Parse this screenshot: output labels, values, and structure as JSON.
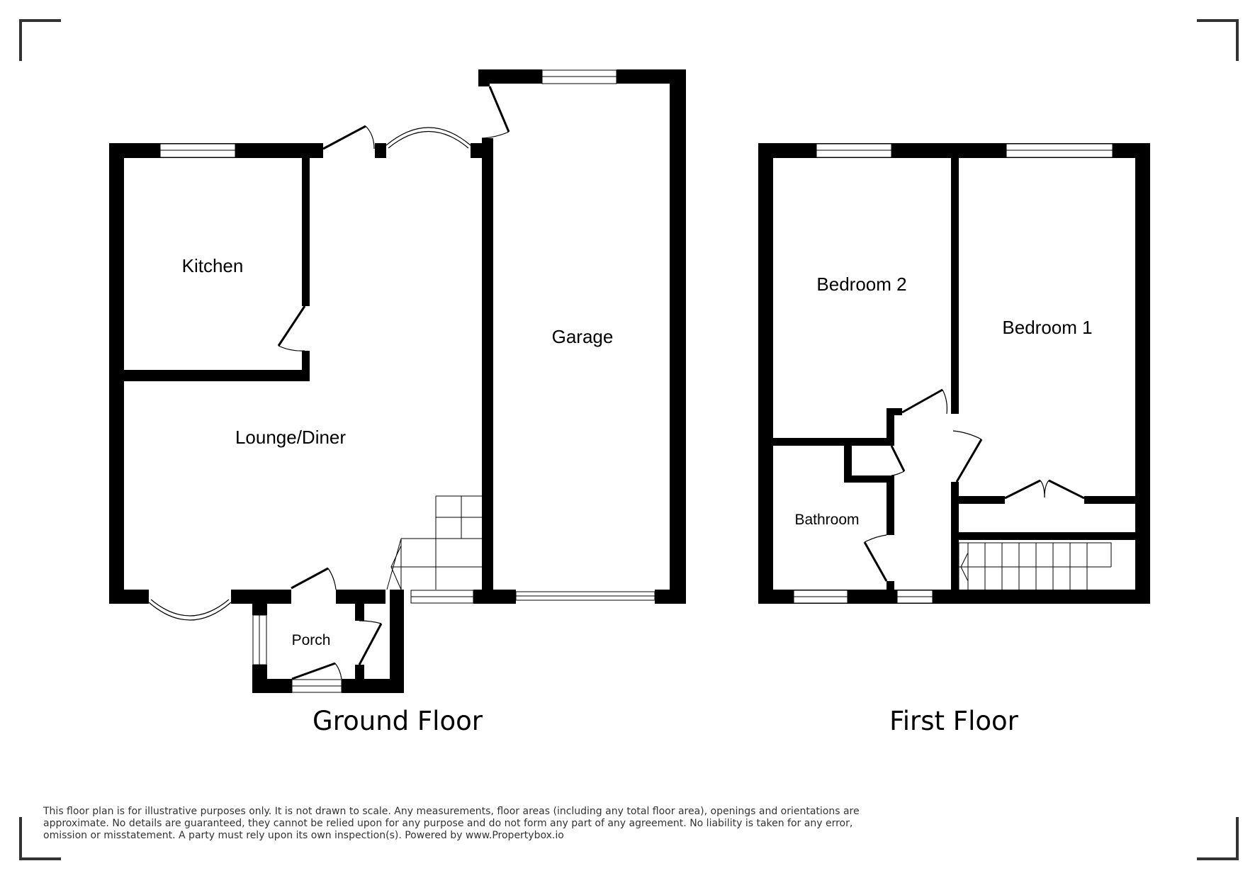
{
  "ground_floor": {
    "title": "Ground Floor",
    "rooms": {
      "kitchen": "Kitchen",
      "lounge": "Lounge/Diner",
      "garage": "Garage",
      "porch": "Porch"
    }
  },
  "first_floor": {
    "title": "First Floor",
    "rooms": {
      "bedroom2": "Bedroom 2",
      "bedroom1": "Bedroom 1",
      "bathroom": "Bathroom"
    }
  },
  "disclaimer": "This floor plan is for illustrative purposes only. It is not drawn to scale. Any measurements, floor areas (including any total floor area), openings and orientations are approximate. No details are guaranteed, they cannot be relied upon for any purpose and do not form any part of any agreement. No liability is taken for any error, omission or misstatement. A party must rely upon its own inspection(s). Powered by www.Propertybox.io"
}
